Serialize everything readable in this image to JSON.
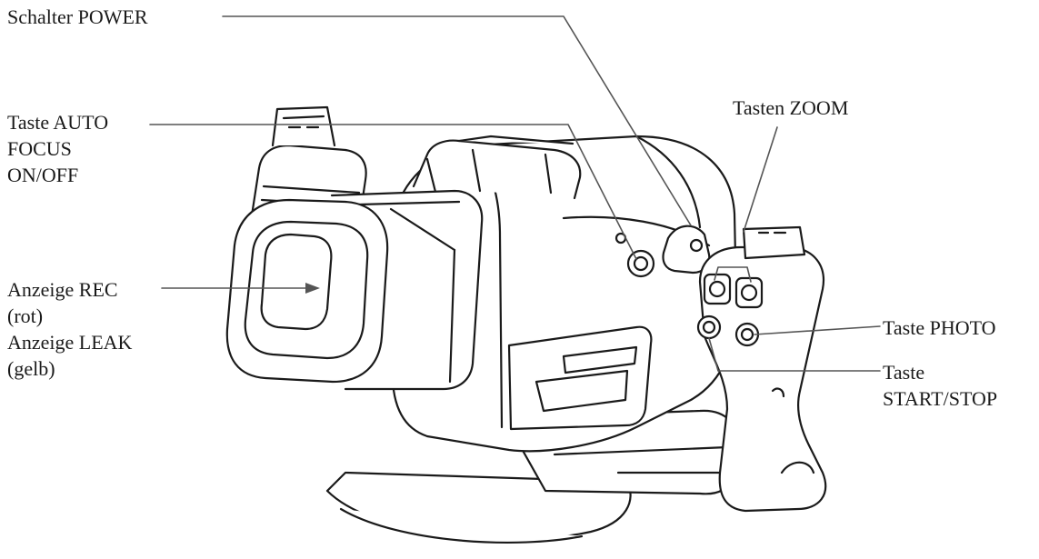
{
  "callouts": {
    "power": {
      "lines": [
        "Schalter POWER"
      ]
    },
    "autofocus": {
      "lines": [
        "Taste AUTO",
        "FOCUS",
        "ON/OFF"
      ]
    },
    "zoom": {
      "lines": [
        "Tasten ZOOM"
      ]
    },
    "rec": {
      "lines": [
        "Anzeige REC",
        "(rot)"
      ]
    },
    "leak": {
      "lines": [
        "Anzeige LEAK",
        "(gelb)"
      ]
    },
    "photo": {
      "lines": [
        "Taste PHOTO"
      ]
    },
    "startstop": {
      "lines": [
        "Taste",
        "START/STOP"
      ]
    }
  },
  "colors": {
    "ink": "#1a1a1a",
    "leader": "#555555",
    "background": "#ffffff"
  }
}
